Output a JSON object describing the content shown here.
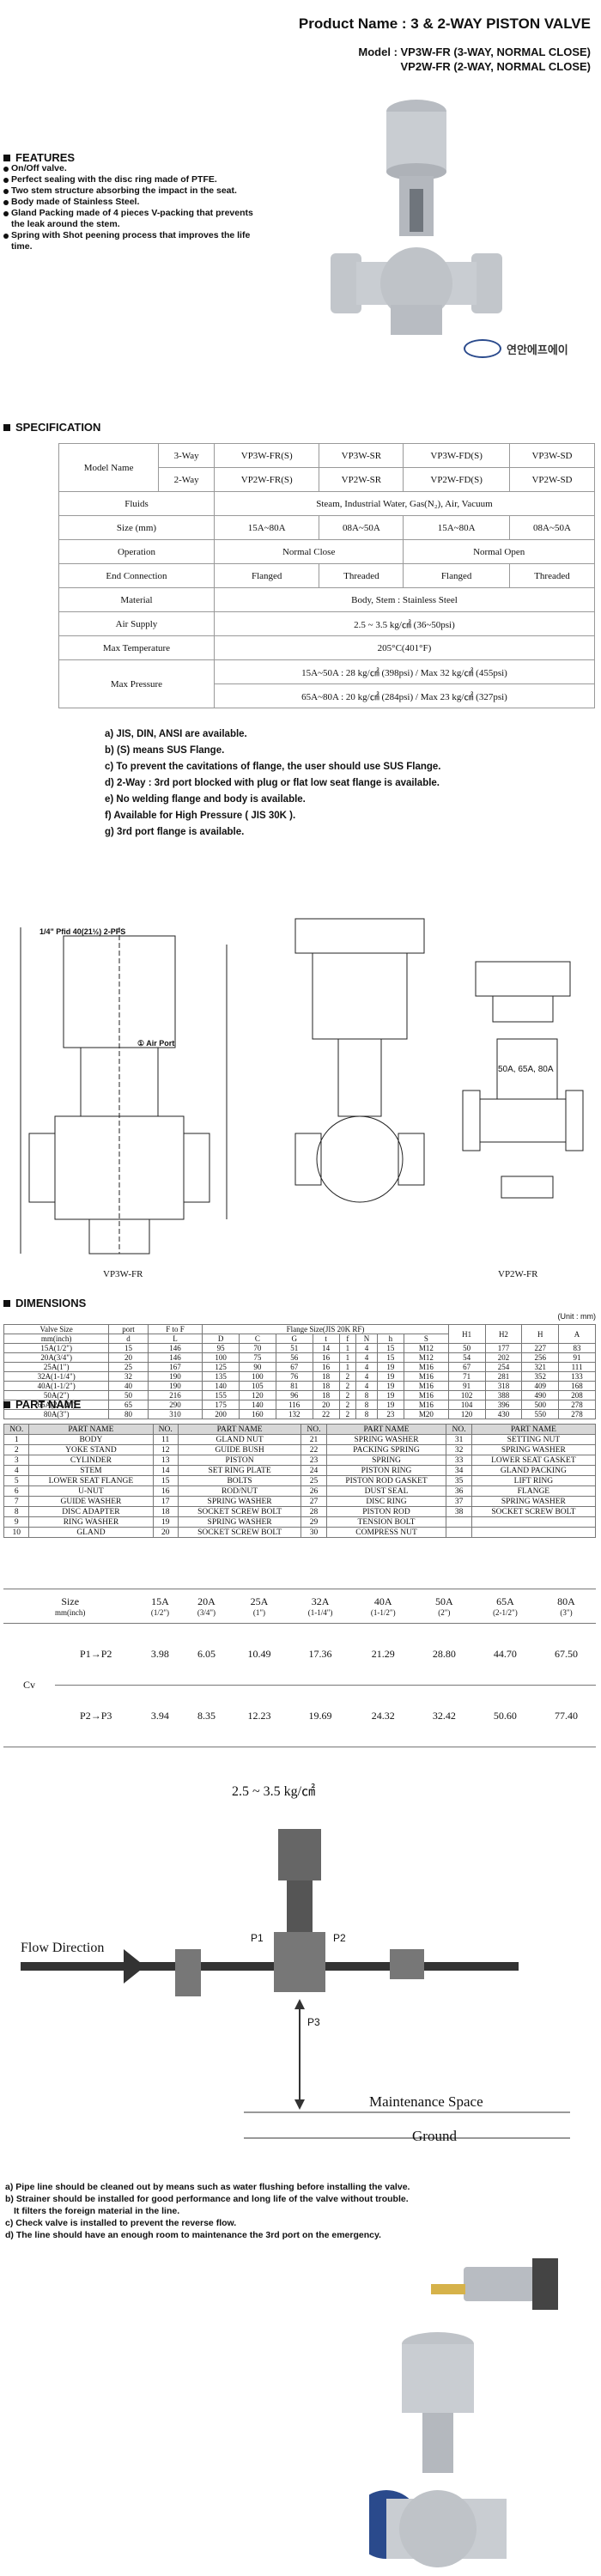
{
  "header": {
    "title": "Product Name : 3 & 2-WAY PISTON VALVE",
    "model_line1": "Model : VP3W-FR (3-WAY, NORMAL CLOSE)",
    "model_line2": "VP2W-FR (2-WAY, NORMAL CLOSE)"
  },
  "features": {
    "heading": "FEATURES",
    "items": [
      "On/Off valve.",
      "Perfect sealing with the disc ring made of PTFE.",
      "Two stem structure absorbing the impact in the seat.",
      "Body made of Stainless Steel.",
      "Gland Packing made of 4 pieces V-packing that prevents the leak around the stem.",
      "Spring with Shot peening process that improves the life time."
    ]
  },
  "logo": {
    "text": "연안에프에이"
  },
  "spec": {
    "heading": "SPECIFICATION",
    "model_name": "Model Name",
    "way3": "3-Way",
    "way2": "2-Way",
    "m3": [
      "VP3W-FR(S)",
      "VP3W-SR",
      "VP3W-FD(S)",
      "VP3W-SD"
    ],
    "m2": [
      "VP2W-FR(S)",
      "VP2W-SR",
      "VP2W-FD(S)",
      "VP2W-SD"
    ],
    "fluids_l": "Fluids",
    "fluids_v": "Steam, Industrial Water, Gas(N₂), Air, Vacuum",
    "size_l": "Size (mm)",
    "size_v": [
      "15A~80A",
      "08A~50A",
      "15A~80A",
      "08A~50A"
    ],
    "op_l": "Operation",
    "op_v": [
      "Normal Close",
      "Normal Open"
    ],
    "end_l": "End Connection",
    "end_v": [
      "Flanged",
      "Threaded",
      "Flanged",
      "Threaded"
    ],
    "mat_l": "Material",
    "mat_v": "Body, Stem : Stainless Steel",
    "air_l": "Air Supply",
    "air_v": "2.5 ~ 3.5 kg/㎠ (36~50psi)",
    "temp_l": "Max Temperature",
    "temp_v": "205°C(401°F)",
    "pres_l": "Max Pressure",
    "pres_v1": "15A~50A : 28 kg/㎠ (398psi) / Max 32 kg/㎠ (455psi)",
    "pres_v2": "65A~80A : 20 kg/㎠ (284psi) / Max 23 kg/㎠ (327psi)"
  },
  "notes": [
    "a) JIS, DIN, ANSI are available.",
    "b) (S) means SUS Flange.",
    "c) To prevent the cavitations of flange, the user should use SUS Flange.",
    "d) 2-Way : 3rd port blocked with plug or flat low seat flange is available.",
    "e) No welding flange and body is available.",
    "f) Available for High Pressure ( JIS 30K ).",
    "g) 3rd port flange is available."
  ],
  "drawing": {
    "label_left": "VP3W-FR",
    "label_right": "VP2W-FR",
    "sizes": "50A, 65A, 80A",
    "port_text": "1/4\" Pfid 40(21½) 2-PFS",
    "air_port": "① Air Port"
  },
  "dimensions": {
    "heading": "DIMENSIONS",
    "unit": "(Unit : mm)",
    "h1": [
      "Valve Size",
      "port",
      "F to F",
      "Flange Size(JIS 20K RF)",
      "H1",
      "H2",
      "H",
      "A"
    ],
    "h2": [
      "mm(inch)",
      "d",
      "L",
      "D",
      "C",
      "G",
      "t",
      "f",
      "N",
      "h",
      "S"
    ],
    "rows": [
      [
        "15A(1/2\")",
        "15",
        "146",
        "95",
        "70",
        "51",
        "14",
        "1",
        "4",
        "15",
        "M12",
        "50",
        "177",
        "227",
        "83"
      ],
      [
        "20A(3/4\")",
        "20",
        "146",
        "100",
        "75",
        "56",
        "16",
        "1",
        "4",
        "15",
        "M12",
        "54",
        "202",
        "256",
        "91"
      ],
      [
        "25A(1\")",
        "25",
        "167",
        "125",
        "90",
        "67",
        "16",
        "1",
        "4",
        "19",
        "M16",
        "67",
        "254",
        "321",
        "111"
      ],
      [
        "32A(1-1/4\")",
        "32",
        "190",
        "135",
        "100",
        "76",
        "18",
        "2",
        "4",
        "19",
        "M16",
        "71",
        "281",
        "352",
        "133"
      ],
      [
        "40A(1-1/2\")",
        "40",
        "190",
        "140",
        "105",
        "81",
        "18",
        "2",
        "4",
        "19",
        "M16",
        "91",
        "318",
        "409",
        "168"
      ],
      [
        "50A(2\")",
        "50",
        "216",
        "155",
        "120",
        "96",
        "18",
        "2",
        "8",
        "19",
        "M16",
        "102",
        "388",
        "490",
        "208"
      ],
      [
        "65A(2-1/2\")",
        "65",
        "290",
        "175",
        "140",
        "116",
        "20",
        "2",
        "8",
        "19",
        "M16",
        "104",
        "396",
        "500",
        "278"
      ],
      [
        "80A(3\")",
        "80",
        "310",
        "200",
        "160",
        "132",
        "22",
        "2",
        "8",
        "23",
        "M20",
        "120",
        "430",
        "550",
        "278"
      ]
    ]
  },
  "partname": {
    "heading": "PART NAME",
    "hdr": [
      "NO.",
      "PART NAME"
    ],
    "rows": [
      [
        "1",
        "BODY",
        "11",
        "GLAND NUT",
        "21",
        "SPRING WASHER",
        "31",
        "SETTING NUT"
      ],
      [
        "2",
        "YOKE STAND",
        "12",
        "GUIDE BUSH",
        "22",
        "PACKING SPRING",
        "32",
        "SPRING WASHER"
      ],
      [
        "3",
        "CYLINDER",
        "13",
        "PISTON",
        "23",
        "SPRING",
        "33",
        "LOWER SEAT GASKET"
      ],
      [
        "4",
        "STEM",
        "14",
        "SET RING PLATE",
        "24",
        "PISTON RING",
        "34",
        "GLAND PACKING"
      ],
      [
        "5",
        "LOWER SEAT FLANGE",
        "15",
        "BOLTS",
        "25",
        "PISTON ROD GASKET",
        "35",
        "LIFT RING"
      ],
      [
        "6",
        "U-NUT",
        "16",
        "ROD/NUT",
        "26",
        "DUST SEAL",
        "36",
        "FLANGE"
      ],
      [
        "7",
        "GUIDE WASHER",
        "17",
        "SPRING WASHER",
        "27",
        "DISC RING",
        "37",
        "SPRING WASHER"
      ],
      [
        "8",
        "DISC ADAPTER",
        "18",
        "SOCKET SCREW BOLT",
        "28",
        "PISTON ROD",
        "38",
        "SOCKET SCREW BOLT"
      ],
      [
        "9",
        "RING WASHER",
        "19",
        "SPRING WASHER",
        "29",
        "TENSION BOLT",
        "",
        ""
      ],
      [
        "10",
        "GLAND",
        "20",
        "SOCKET SCREW BOLT",
        "30",
        "COMPRESS NUT",
        "",
        ""
      ]
    ]
  },
  "cv": {
    "size": "Size",
    "size_sub": "mm(inch)",
    "cv": "Cv",
    "sizes": [
      [
        "15A",
        "(1/2\")"
      ],
      [
        "20A",
        "(3/4\")"
      ],
      [
        "25A",
        "(1\")"
      ],
      [
        "32A",
        "(1-1/4\")"
      ],
      [
        "40A",
        "(1-1/2\")"
      ],
      [
        "50A",
        "(2\")"
      ],
      [
        "65A",
        "(2-1/2\")"
      ],
      [
        "80A",
        "(3\")"
      ]
    ],
    "p12": "P1→P2",
    "p23": "P2→P3",
    "v12": [
      "3.98",
      "6.05",
      "10.49",
      "17.36",
      "21.29",
      "28.80",
      "44.70",
      "67.50"
    ],
    "v23": [
      "3.94",
      "8.35",
      "12.23",
      "19.69",
      "24.32",
      "32.42",
      "50.60",
      "77.40"
    ]
  },
  "install": {
    "air": "2.5 ~ 3.5 kg/㎠",
    "flow": "Flow Direction",
    "p1": "P1",
    "p2": "P2",
    "p3": "P3",
    "maint": "Maintenance Space",
    "ground": "Ground"
  },
  "bottom_notes": [
    "a) Pipe line should be cleaned out by means such as water flushing before installing the valve.",
    "b) Strainer should be installed for good performance and long life of the valve without trouble.",
    "It filters the foreign material in the line.",
    "c) Check valve is installed to prevent the reverse flow.",
    "d) The line should have an enough room to maintenance the 3rd port on the emergency."
  ],
  "colors": {
    "valve": "#c9cdd2",
    "blue": "#2a4a8c"
  }
}
